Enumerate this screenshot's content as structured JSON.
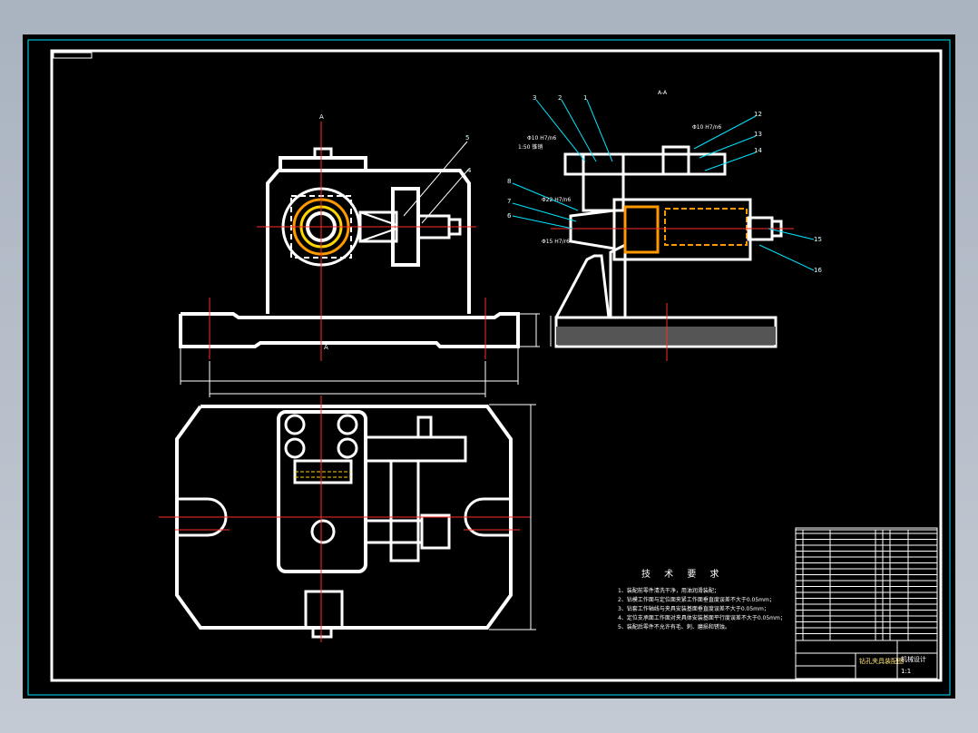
{
  "section_label": "A-A",
  "view_marks": [
    "A",
    "A"
  ],
  "tech_requirements": {
    "title": "技 术 要 求",
    "items": [
      "1、装配前零件清洗干净，用油润滑装配；",
      "2、钻模工作面与定位面夹紧工作面垂直度误差不大于0.05mm；",
      "3、钻套工作轴线与夹具安装基面垂直度误差不大于0.05mm；",
      "4、定位支承面工作面对夹具体安装基面平行度误差不大于0.05mm；",
      "5、装配后零件不允许有毛、刺、磨损和锈蚀。"
    ]
  },
  "leaders": [
    "1",
    "2",
    "3",
    "4",
    "5",
    "6",
    "7",
    "8",
    "12",
    "13",
    "14",
    "15",
    "16"
  ],
  "fits": [
    "Φ10 H7/n6",
    "Φ22 H7/n6",
    "Φ15 H7/r6",
    "Φ10 H7/n6",
    "1:50 锥销"
  ],
  "title_block": {
    "drawing_name": "钻孔夹具装配图",
    "company": "机械设计",
    "scale": "1:1"
  },
  "colors": {
    "background": "#000000",
    "frame": "#00e5ff",
    "outline": "#ffffff",
    "centerline": "#ff2b2b",
    "hidden": "#ffd400",
    "section": "#ff9900"
  }
}
